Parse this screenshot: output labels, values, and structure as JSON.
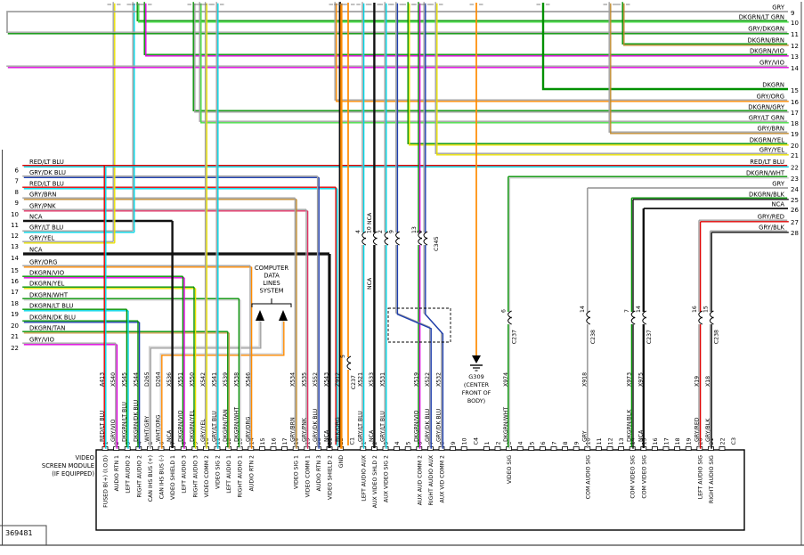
{
  "figure_number": "369481",
  "module": {
    "title_lines": [
      "VIDEO",
      "SCREEN MODULE",
      "(IF EQUIPPED)"
    ]
  },
  "annotations": {
    "computer_data_lines": [
      "COMPUTER",
      "DATA",
      "LINES",
      "SYSTEM"
    ],
    "ground": {
      "id": "G309",
      "location_lines": [
        "(CENTER",
        "FRONT OF",
        "BODY)"
      ]
    },
    "nca_trunk_label": "NCA",
    "mid_inline_connector": "C345",
    "mid_inline_pins": [
      "4",
      "10",
      "2",
      "9",
      "13",
      "5"
    ]
  },
  "left_rows": [
    {
      "n": "6",
      "label": "RED/LT BLU"
    },
    {
      "n": "7",
      "label": "GRY/DK BLU"
    },
    {
      "n": "8",
      "label": "RED/LT BLU"
    },
    {
      "n": "9",
      "label": "GRY/BRN"
    },
    {
      "n": "10",
      "label": "GRY/PNK"
    },
    {
      "n": "11",
      "label": "NCA"
    },
    {
      "n": "12",
      "label": "GRY/LT BLU"
    },
    {
      "n": "13",
      "label": "GRY/YEL"
    },
    {
      "n": "14",
      "label": "NCA"
    },
    {
      "n": "15",
      "label": "GRY/ORG"
    },
    {
      "n": "16",
      "label": "DKGRN/VIO"
    },
    {
      "n": "17",
      "label": "DKGRN/YEL"
    },
    {
      "n": "18",
      "label": "DKGRN/WHT"
    },
    {
      "n": "19",
      "label": "DKGRN/LT BLU"
    },
    {
      "n": "20",
      "label": "DKGRN/DK BLU"
    },
    {
      "n": "21",
      "label": "DKGRN/TAN"
    },
    {
      "n": "22",
      "label": "GRY/VIO"
    }
  ],
  "right_rows": [
    {
      "n": "9",
      "label": "GRY"
    },
    {
      "n": "10",
      "label": "DKGRN/LT GRN"
    },
    {
      "n": "11",
      "label": "GRY/DKGRN"
    },
    {
      "n": "12",
      "label": "DKGRN/BRN"
    },
    {
      "n": "13",
      "label": "DKGRN/VIO"
    },
    {
      "n": "14",
      "label": "GRY/VIO"
    },
    {
      "n": "15",
      "label": "DKGRN"
    },
    {
      "n": "16",
      "label": "GRY/ORG"
    },
    {
      "n": "17",
      "label": "DKGRN/GRY"
    },
    {
      "n": "18",
      "label": "GRY/LT GRN"
    },
    {
      "n": "19",
      "label": "GRY/BRN"
    },
    {
      "n": "20",
      "label": "DKGRN/YEL"
    },
    {
      "n": "21",
      "label": "GRY/YEL"
    },
    {
      "n": "22",
      "label": "RED/LT BLU"
    },
    {
      "n": "23",
      "label": "DKGRN/WHT"
    },
    {
      "n": "24",
      "label": "GRY"
    },
    {
      "n": "25",
      "label": "DKGRN/BLK"
    },
    {
      "n": "26",
      "label": "NCA"
    },
    {
      "n": "27",
      "label": "GRY/RED"
    },
    {
      "n": "28",
      "label": "GRY/BLK"
    }
  ],
  "connectors": [
    {
      "name": "C1",
      "pins": [
        {
          "n": "1",
          "circuit": "A413",
          "color": "RED/LT BLU",
          "function": "FUSED B(+) (I.O.D)"
        },
        {
          "n": "2",
          "circuit": "X540",
          "color": "GRY/VIO",
          "function": "AUDIO RTN 1"
        },
        {
          "n": "3",
          "circuit": "X545",
          "color": "DKGRN/LT BLU",
          "function": "LEFT AUDIO 2"
        },
        {
          "n": "4",
          "circuit": "X544",
          "color": "DKGRN/DK BLU",
          "function": "RIGHT AUDIO 2"
        },
        {
          "n": "5",
          "circuit": "D265",
          "color": "WHT/GRY",
          "function": "CAN IHS BUS (+)"
        },
        {
          "n": "6",
          "circuit": "D264",
          "color": "WHT/ORG",
          "function": "CAN IHS BUS (-)"
        },
        {
          "n": "7",
          "circuit": "X536",
          "color": "NCA",
          "function": "VIDEO SHIELD 1"
        },
        {
          "n": "8",
          "circuit": "X551",
          "color": "DKGRN/VIO",
          "function": "LEFT AUDIO 3"
        },
        {
          "n": "9",
          "circuit": "X550",
          "color": "DKGRN/YEL",
          "function": "RIGHT AUDIO 3"
        },
        {
          "n": "10",
          "circuit": "X542",
          "color": "GRY/YEL",
          "function": "VIDEO COMM 2"
        },
        {
          "n": "11",
          "circuit": "X541",
          "color": "GRY/LT BLU",
          "function": "VIDEO SIG 2"
        },
        {
          "n": "12",
          "circuit": "X539",
          "color": "DKGRN/TAN",
          "function": "LEFT AUDIO 1"
        },
        {
          "n": "13",
          "circuit": "X538",
          "color": "DKGRN/WHT",
          "function": "RIGHT AUDIO 1"
        },
        {
          "n": "14",
          "circuit": "X546",
          "color": "GRY/ORG",
          "function": "AUDIO RTN 2"
        },
        {
          "n": "15"
        },
        {
          "n": "16"
        },
        {
          "n": "17"
        },
        {
          "n": "18",
          "circuit": "X534",
          "color": "GRY/BRN",
          "function": "VIDEO SIG 1"
        },
        {
          "n": "19",
          "circuit": "X535",
          "color": "GRY/PNK",
          "function": "VIDEO COMM 1"
        },
        {
          "n": "20",
          "circuit": "X552",
          "color": "GRY/DK BLU",
          "function": "AUDIO RTN 3"
        },
        {
          "n": "21",
          "circuit": "X543",
          "color": "NCA",
          "function": "VIDEO SHIELD 2"
        },
        {
          "n": "22",
          "circuit": "Z912",
          "color": "BLK/ORG",
          "function": "GND"
        }
      ]
    },
    {
      "name": "C4",
      "pins": [
        {
          "n": "1",
          "circuit": "X521",
          "color": "GRY/LT BLU",
          "function": "LEFT AUDIO AUX"
        },
        {
          "n": "2",
          "circuit": "X533",
          "color": "NCA",
          "function": "AUX VIDEO SHLD 2"
        },
        {
          "n": "3",
          "circuit": "X531",
          "color": "GRY/LT BLU",
          "function": "AUX VIDEO SIG 2"
        },
        {
          "n": "4"
        },
        {
          "n": "5"
        },
        {
          "n": "6",
          "circuit": "X519",
          "color": "DKGRN/VIO",
          "function": "AUX AUD COMM 2"
        },
        {
          "n": "7",
          "circuit": "X522",
          "color": "GRY/DK BLU",
          "function": "RIGHT AUDIO AUX"
        },
        {
          "n": "8",
          "circuit": "X532",
          "color": "GRY/DK BLU",
          "function": "AUX VID COMM 2"
        },
        {
          "n": "9"
        },
        {
          "n": "10"
        }
      ]
    },
    {
      "name": "C3",
      "pins": [
        {
          "n": "1"
        },
        {
          "n": "2"
        },
        {
          "n": "3",
          "circuit": "X974",
          "color": "DKGRN/WHT",
          "function": "VIDEO SIG"
        },
        {
          "n": "4"
        },
        {
          "n": "5"
        },
        {
          "n": "6"
        },
        {
          "n": "7"
        },
        {
          "n": "8"
        },
        {
          "n": "9"
        },
        {
          "n": "10",
          "circuit": "X918",
          "color": "GRY",
          "function": "COM AUDIO SIG"
        },
        {
          "n": "11"
        },
        {
          "n": "12"
        },
        {
          "n": "13"
        },
        {
          "n": "14",
          "circuit": "X973",
          "color": "DKGRN/BLK",
          "function": "COM VIDEO SIG"
        },
        {
          "n": "15",
          "circuit": "X975",
          "color": "NCA",
          "function": "COM VIDEO SIG"
        },
        {
          "n": "16"
        },
        {
          "n": "17"
        },
        {
          "n": "18"
        },
        {
          "n": "19"
        },
        {
          "n": "20",
          "circuit": "X19",
          "color": "GRY/RED",
          "function": "LEFT AUDIO SIG"
        },
        {
          "n": "21",
          "circuit": "X18",
          "color": "GRY/BLK",
          "function": "RIGHT AUDIO SIG"
        },
        {
          "n": "22"
        }
      ]
    }
  ],
  "inline_breaks": [
    {
      "wire": "X974",
      "pin": "6",
      "connector": "C237"
    },
    {
      "wire": "X918",
      "pin": "14",
      "connector": "C238"
    },
    {
      "wire": "X973",
      "pin": "7",
      "connector": ""
    },
    {
      "wire": "X975",
      "pin": "14",
      "connector": "C237"
    },
    {
      "wire": "X19",
      "pin": "16",
      "connector": ""
    },
    {
      "wire": "X18",
      "pin": "15",
      "connector": "C238"
    },
    {
      "wire": "Z912",
      "pin": "5",
      "connector": "C237"
    }
  ],
  "palette": {
    "GRY": "#a0a0a0",
    "RED": "#dd0000",
    "LT BLU": "#00d4e4",
    "DK BLU": "#1f3fae",
    "BRN": "#bf8a2f",
    "PNK": "#e03366",
    "YEL": "#e8e000",
    "ORG": "#ff8a00",
    "VIO": "#dd00dd",
    "DKGRN": "#009000",
    "LT GRN": "#44dd44",
    "WHT": "#cfcfcf",
    "TAN": "#cfa050",
    "BLK": "#111111",
    "NCA": "#111111"
  }
}
